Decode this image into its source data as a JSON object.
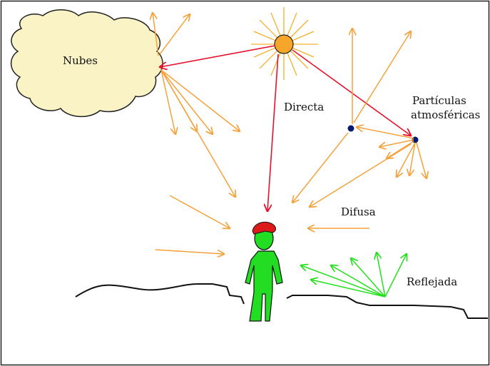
{
  "labels": {
    "clouds": "Nubes",
    "direct": "Directa",
    "particles_line1": "Partículas",
    "particles_line2": "atmosféricas",
    "diffuse": "Difusa",
    "reflected": "Reflejada"
  },
  "colors": {
    "direct": "#e8102a",
    "diffuse": "#f5a23c",
    "reflected": "#22e01a",
    "sun_fill": "#f7a62a",
    "sun_rays": "#f5b12e",
    "cloud_fill": "#faf3c6",
    "particle": "#0b1a6e",
    "person_body": "#22dd22",
    "person_cap": "#dd1a1a",
    "ground": "#111111"
  }
}
